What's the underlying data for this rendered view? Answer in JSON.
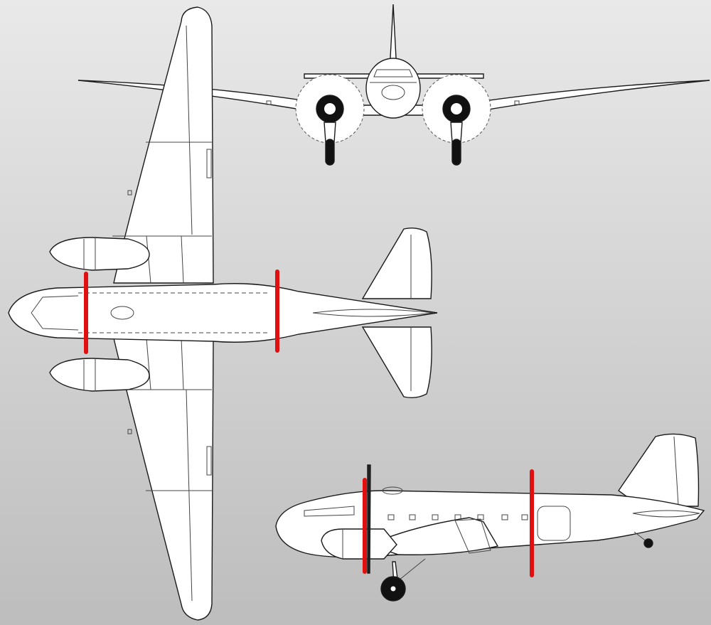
{
  "colors": {
    "background_top": "#e9e9e9",
    "background_bottom": "#bdbdbd",
    "airframe_fill": "#ffffff",
    "outline": "#1a1a1a",
    "detail_line": "#444444",
    "cut_line": "#e01010",
    "tyre": "#111111"
  },
  "views": [
    {
      "name": "front-view",
      "label": ""
    },
    {
      "name": "top-view",
      "label": ""
    },
    {
      "name": "side-view",
      "label": ""
    }
  ],
  "cut_lines_count": 4
}
